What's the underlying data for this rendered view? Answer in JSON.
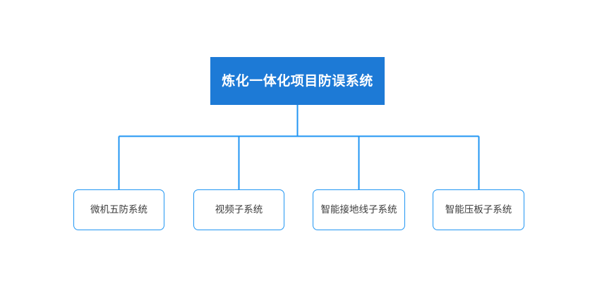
{
  "diagram": {
    "type": "org-chart",
    "orientation": "top-down",
    "background_color": "#ffffff",
    "connector_color": "#2196f3",
    "root": {
      "label": "炼化一体化项目防误系统",
      "fill_color": "#1d7ad6",
      "text_color": "#ffffff",
      "shape": "rectangle"
    },
    "children": [
      {
        "label": "微机五防系统",
        "fill_color": "#ffffff",
        "border_color": "#2196f3",
        "text_color": "#3c3c3c",
        "shape": "rounded-rectangle"
      },
      {
        "label": "视频子系统",
        "fill_color": "#ffffff",
        "border_color": "#2196f3",
        "text_color": "#3c3c3c",
        "shape": "rounded-rectangle"
      },
      {
        "label": "智能接地线子系统",
        "fill_color": "#ffffff",
        "border_color": "#2196f3",
        "text_color": "#3c3c3c",
        "shape": "rounded-rectangle"
      },
      {
        "label": "智能压板子系统",
        "fill_color": "#ffffff",
        "border_color": "#2196f3",
        "text_color": "#3c3c3c",
        "shape": "rounded-rectangle"
      }
    ]
  }
}
